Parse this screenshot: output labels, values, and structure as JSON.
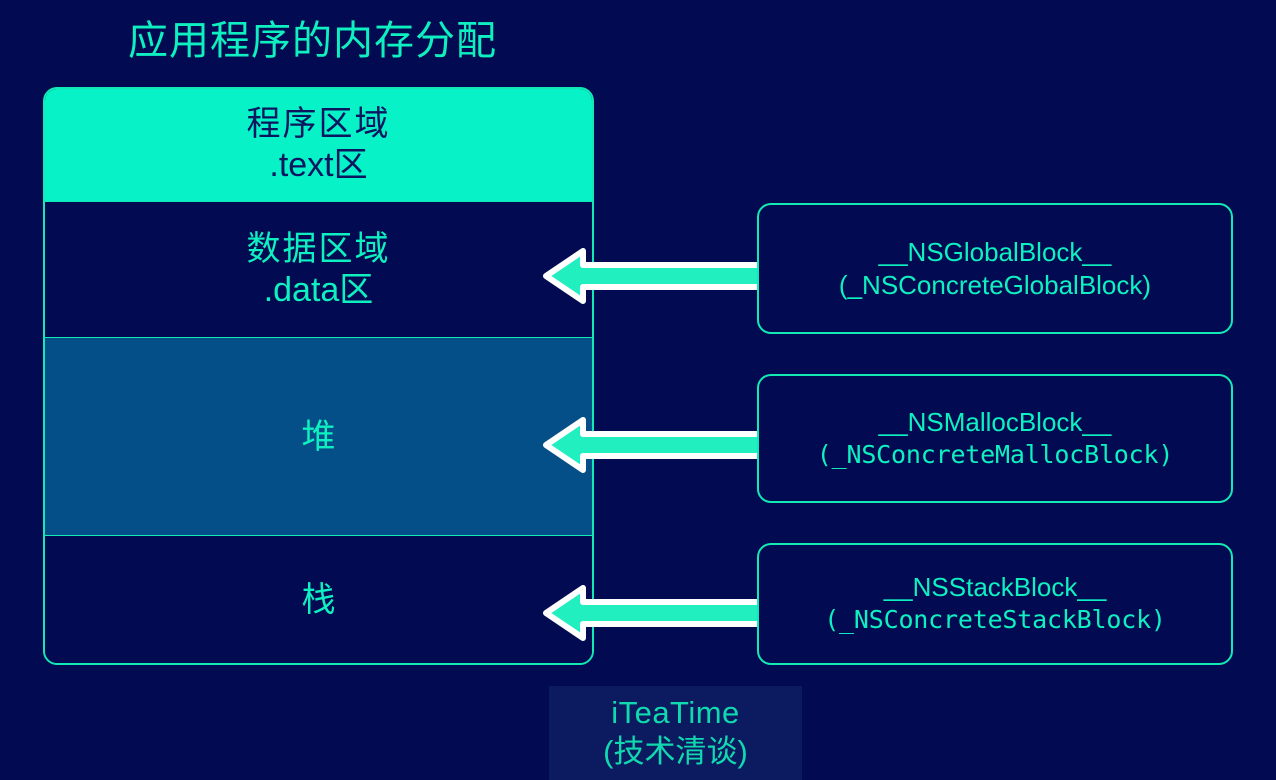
{
  "diagram": {
    "title": "应用程序的内存分配",
    "colors": {
      "background": "#020a52",
      "accent_mint": "#0ff0c0",
      "fill_mint": "#07f2c6",
      "fill_heap_blue": "#044f87",
      "arrow_fill": "#21efc0",
      "arrow_outline": "#ffffff",
      "border": "#12e9b4"
    }
  },
  "memory_regions": [
    {
      "name": "text-segment",
      "line1": "程序区域",
      "line2": ".text区",
      "fill": "#07f2c6",
      "text_color": "#0b1560"
    },
    {
      "name": "data-segment",
      "line1": "数据区域",
      "line2": ".data区",
      "fill": "#020a52",
      "text_color": "#0ff0c0"
    },
    {
      "name": "heap-segment",
      "line1": "堆",
      "line2": "",
      "fill": "#044f87",
      "text_color": "#0ff0c0"
    },
    {
      "name": "stack-segment",
      "line1": "栈",
      "line2": "",
      "fill": "#020a52",
      "text_color": "#0ff0c0"
    }
  ],
  "block_boxes": [
    {
      "name": "global-block",
      "line1": "__NSGlobalBlock__",
      "line2": "(_NSConcreteGlobalBlock)",
      "points_to": "data-segment"
    },
    {
      "name": "malloc-block",
      "line1": "__NSMallocBlock__",
      "line2": "(_NSConcreteMallocBlock)",
      "points_to": "heap-segment"
    },
    {
      "name": "stack-block",
      "line1": "__NSStackBlock__",
      "line2": "(_NSConcreteStackBlock)",
      "points_to": "stack-segment"
    }
  ],
  "arrows": [
    {
      "name": "arrow-to-data",
      "direction": "left"
    },
    {
      "name": "arrow-to-heap",
      "direction": "left"
    },
    {
      "name": "arrow-to-stack",
      "direction": "left"
    }
  ],
  "watermark": {
    "line1": "iTeaTime",
    "line2": "(技术清谈)"
  }
}
